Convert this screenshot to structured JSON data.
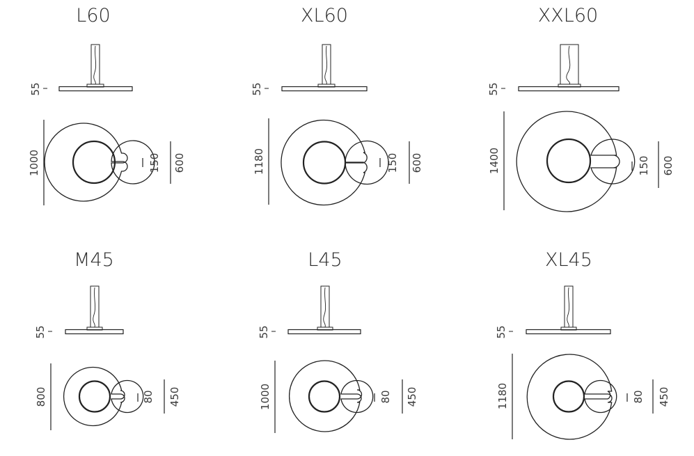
{
  "colors": {
    "line": "#222222",
    "text": "#2b2b2b",
    "background": "#ffffff"
  },
  "models": [
    {
      "name": "L60",
      "base_height": "55",
      "length": "1000",
      "inner_gap": "150",
      "inner_diameter": "600"
    },
    {
      "name": "XL60",
      "base_height": "55",
      "length": "1180",
      "inner_gap": "150",
      "inner_diameter": "600"
    },
    {
      "name": "XXL60",
      "base_height": "55",
      "length": "1400",
      "inner_gap": "150",
      "inner_diameter": "600"
    },
    {
      "name": "M45",
      "base_height": "55",
      "length": "800",
      "inner_gap": "80",
      "inner_diameter": "450"
    },
    {
      "name": "L45",
      "base_height": "55",
      "length": "1000",
      "inner_gap": "80",
      "inner_diameter": "450"
    },
    {
      "name": "XL45",
      "base_height": "55",
      "length": "1180",
      "inner_gap": "80",
      "inner_diameter": "450"
    }
  ]
}
